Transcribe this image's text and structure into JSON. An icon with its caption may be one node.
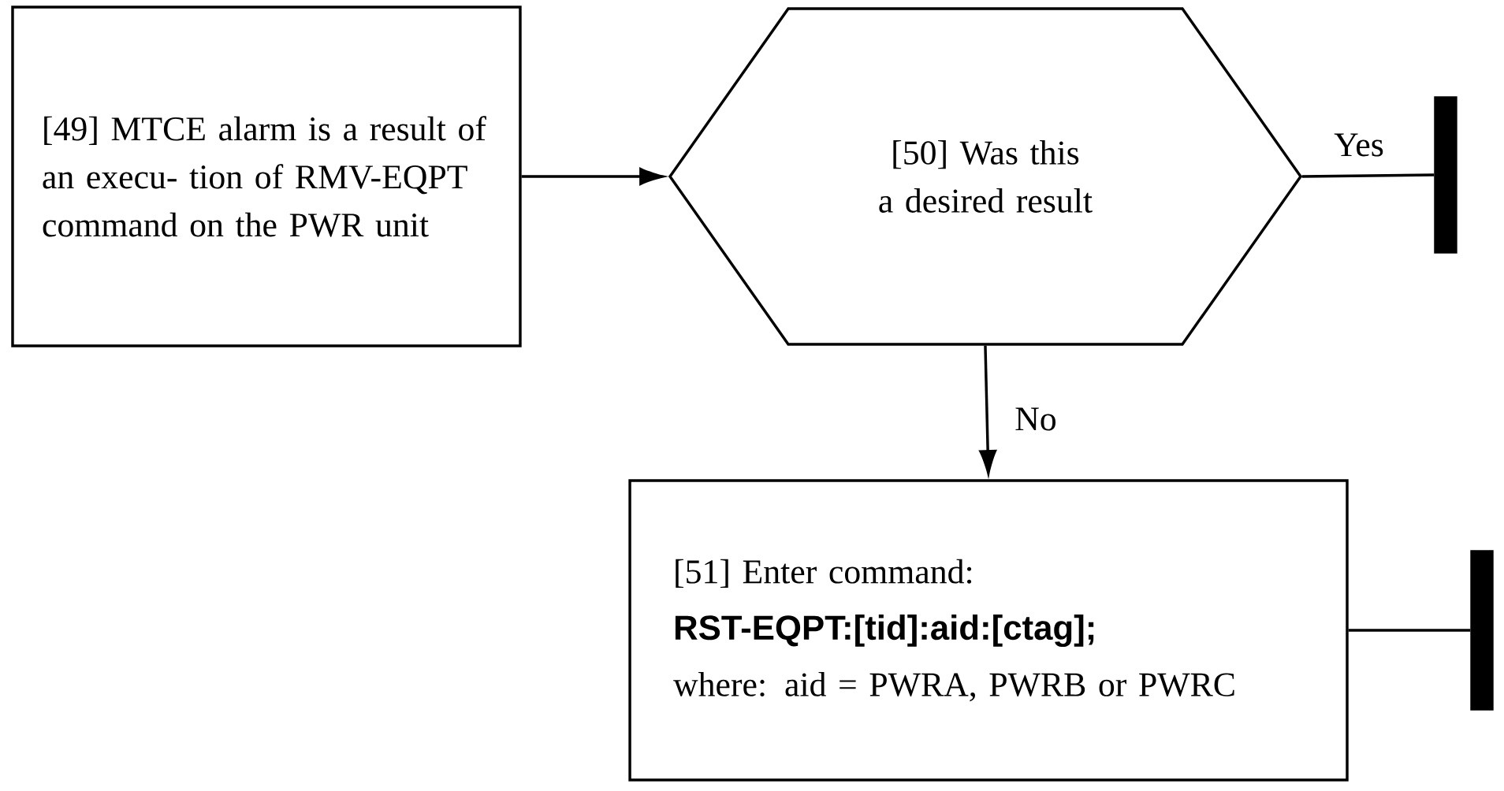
{
  "diagram": {
    "nodes": [
      {
        "text": [
          "[49] MTCE alarm is a result of an execu- tion of RMV-EQPT command on the PWR unit"
        ]
      },
      {
        "text": [
          "[50] Was this a desired result"
        ]
      },
      {
        "text": [],
        "shape": "bar"
      },
      {
        "text": [
          "[51] Enter command:",
          "RST-EQPT:[tid]:aid:[ctag];",
          "where: aid = PWRA, PWRB or PWRC"
        ]
      },
      {
        "text": [],
        "shape": "bar"
      }
    ],
    "edges": [
      {
        "from": 0,
        "to": 1,
        "arrow": "to"
      },
      {
        "from": 1,
        "to": 2,
        "arrow": "none",
        "label": "Yes"
      },
      {
        "from": 1,
        "to": 3,
        "arrow": "to",
        "label": "No"
      },
      {
        "from": 3,
        "to": 4,
        "arrow": "none"
      }
    ]
  }
}
